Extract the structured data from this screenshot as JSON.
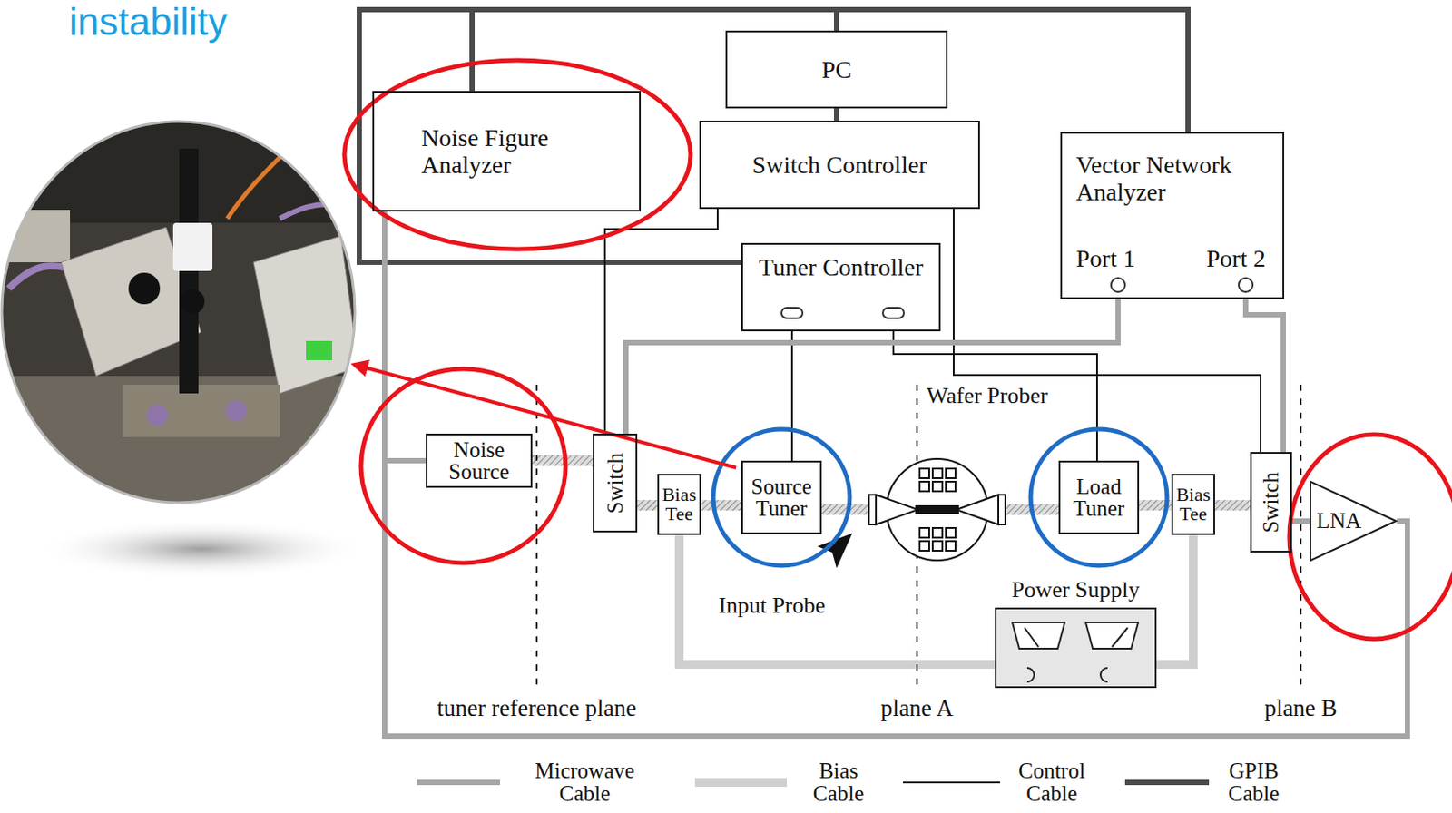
{
  "diagram": {
    "nodes": [
      {
        "text": [
          "PC"
        ]
      },
      {
        "text": [
          "Noise Figure Analyzer"
        ]
      },
      {
        "text": [
          "Switch Controller"
        ]
      },
      {
        "text": [
          "Vector Network Analyzer",
          "Port 1",
          "Port 2"
        ]
      },
      {
        "text": [
          "Tuner Controller"
        ]
      },
      {
        "text": [
          "Noise Source"
        ]
      },
      {
        "text": [
          "Switch"
        ]
      },
      {
        "text": [
          "Bias Tee"
        ]
      },
      {
        "text": [
          "Source Tuner"
        ]
      },
      {
        "text": [
          "Load Tuner"
        ]
      },
      {
        "text": [
          "Bias Tee"
        ]
      },
      {
        "text": [
          "Switch"
        ]
      },
      {
        "text": [
          "LNA"
        ]
      },
      {
        "text": [
          "Power Supply"
        ]
      }
    ],
    "edges": [
      {
        "from": 0,
        "to": 1,
        "arrow": "none"
      },
      {
        "from": 0,
        "to": 2,
        "arrow": "none"
      },
      {
        "from": 0,
        "to": 3,
        "arrow": "none"
      },
      {
        "from": 0,
        "to": 4,
        "arrow": "none"
      },
      {
        "from": 2,
        "to": 6,
        "arrow": "none"
      },
      {
        "from": 2,
        "to": 11,
        "arrow": "none"
      },
      {
        "from": 4,
        "to": 8,
        "arrow": "none"
      },
      {
        "from": 4,
        "to": 9,
        "arrow": "none"
      },
      {
        "from": 3,
        "to": 6,
        "arrow": "none"
      },
      {
        "from": 3,
        "to": 11,
        "arrow": "none"
      },
      {
        "from": 5,
        "to": 6,
        "arrow": "none"
      },
      {
        "from": 6,
        "to": 7,
        "arrow": "none"
      },
      {
        "from": 7,
        "to": 8,
        "arrow": "none"
      },
      {
        "from": 8,
        "to": 9,
        "arrow": "none"
      },
      {
        "from": 9,
        "to": 10,
        "arrow": "none"
      },
      {
        "from": 10,
        "to": 11,
        "arrow": "none"
      },
      {
        "from": 11,
        "to": 12,
        "arrow": "none"
      },
      {
        "from": 12,
        "to": 1,
        "arrow": "none"
      },
      {
        "from": 5,
        "to": 1,
        "arrow": "none"
      },
      {
        "from": 7,
        "to": 13,
        "arrow": "none"
      },
      {
        "from": 10,
        "to": 13,
        "arrow": "none"
      }
    ],
    "labels": [
      "instability",
      "Wafer Prober",
      "Input Probe",
      "tuner reference plane",
      "plane A",
      "plane B"
    ],
    "legend": [
      {
        "text": "Microwave Cable"
      },
      {
        "text": "Bias Cable"
      },
      {
        "text": "Control Cable"
      },
      {
        "text": "GPIB Cable"
      }
    ]
  }
}
